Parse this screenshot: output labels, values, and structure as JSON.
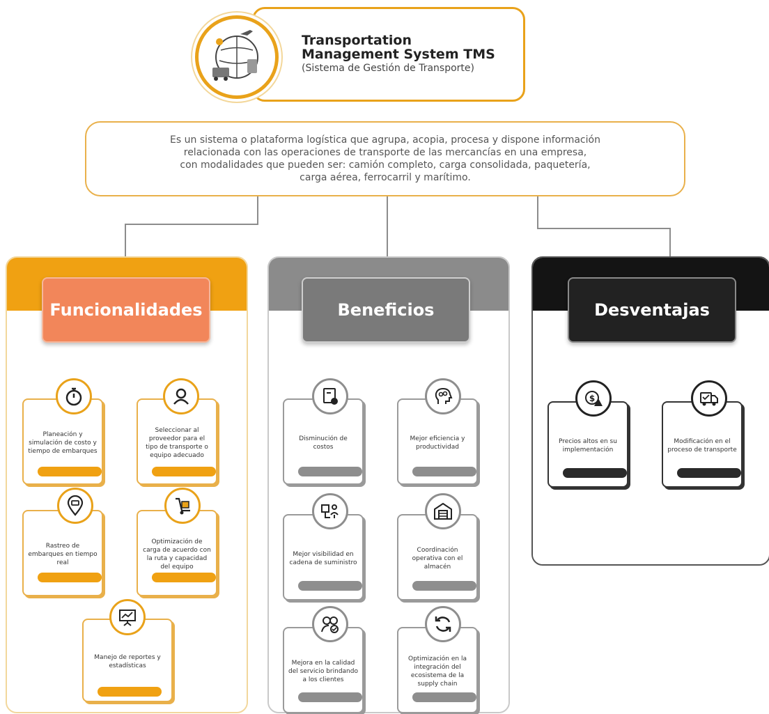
{
  "header": {
    "title_line1": "Transportation",
    "title_line2": "Management System TMS",
    "subtitle": "(Sistema de Gestión de Transporte)"
  },
  "description": {
    "lines": [
      "Es un sistema o plataforma logística que agrupa, acopia, procesa y dispone información",
      "relacionada con las operaciones de transporte de las mercancías en una empresa,",
      "con modalidades que pueden ser: camión completo, carga consolidada, paquetería,",
      "carga aérea, ferrocarril y marítimo."
    ]
  },
  "columns": [
    {
      "title": "Funcionalidades",
      "color": "#f0a112",
      "cards": [
        {
          "text": "Planeación y simulación de costo y tiempo de embarques",
          "icon": "stopwatch-icon"
        },
        {
          "text": "Seleccionar al proveedor para el tipo de transporte o equipo adecuado",
          "icon": "user-icon"
        },
        {
          "text": "Rastreo de embarques en tiempo real",
          "icon": "location-pin-icon"
        },
        {
          "text": "Optimización de carga de acuerdo con la ruta y capacidad del equipo",
          "icon": "hand-truck-icon"
        },
        {
          "text": "Manejo de reportes y estadísticas",
          "icon": "presentation-chart-icon"
        }
      ]
    },
    {
      "title": "Beneficios",
      "color": "#8b8b8b",
      "cards": [
        {
          "text": "Disminución de costos",
          "icon": "cost-document-icon"
        },
        {
          "text": "Mejor eficiencia y productividad",
          "icon": "head-gears-icon"
        },
        {
          "text": "Mejor visibilidad en cadena de suministro",
          "icon": "supply-chain-icon"
        },
        {
          "text": "Coordinación operativa con el almacén",
          "icon": "warehouse-icon"
        },
        {
          "text": "Mejora en la calidad del servicio brindando a los clientes",
          "icon": "customers-icon"
        },
        {
          "text": "Optimización en la integración del ecosistema de la supply chain",
          "icon": "cycle-arrows-icon"
        }
      ]
    },
    {
      "title": "Desventajas",
      "color": "#141414",
      "cards": [
        {
          "text": "Precios altos en su implementación",
          "icon": "price-warning-icon"
        },
        {
          "text": "Modificación en el proceso de transporte",
          "icon": "truck-check-icon"
        }
      ]
    }
  ]
}
